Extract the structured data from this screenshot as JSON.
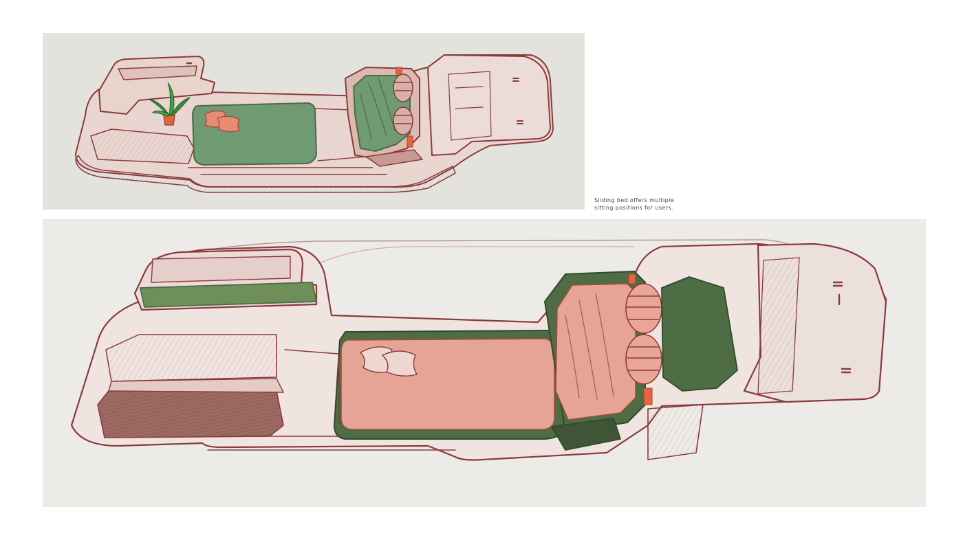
{
  "caption": {
    "line1": "Sliding bed offers multiple",
    "line2": "sitting positions for users."
  },
  "colors": {
    "page_background": "#ffffff",
    "top_panel_background": "#e4e2dc",
    "bottom_panel_background": "#ecebe8",
    "sketch_line": "#8a3a3c",
    "shell_fill": "#ead6d1",
    "shadow_fill": "#a8716c",
    "cushion_green": "#6f9a72",
    "dark_green": "#4d6a45",
    "salmon_cushion": "#e6a497",
    "accent_orange": "#e4663f",
    "caption_text": "#444444"
  },
  "illustrations": [
    {
      "name": "top-sketch",
      "subject": "pod-interior-with-sliding-bed-green",
      "elements": [
        "side-shelf",
        "potted-plant-icon",
        "pillow-icon",
        "green-bed-mat",
        "green-lounge-seat",
        "seat-roller-cushions",
        "orange-rail-pegs",
        "canopy-front"
      ]
    },
    {
      "name": "bottom-sketch",
      "subject": "pod-interior-with-sliding-bed-salmon",
      "elements": [
        "side-shelf",
        "pillow-icon",
        "salmon-bed-mat",
        "salmon-lounge-seat",
        "seat-roller-cushions",
        "orange-rail-pegs",
        "canopy-front",
        "transparent-hood"
      ]
    }
  ]
}
